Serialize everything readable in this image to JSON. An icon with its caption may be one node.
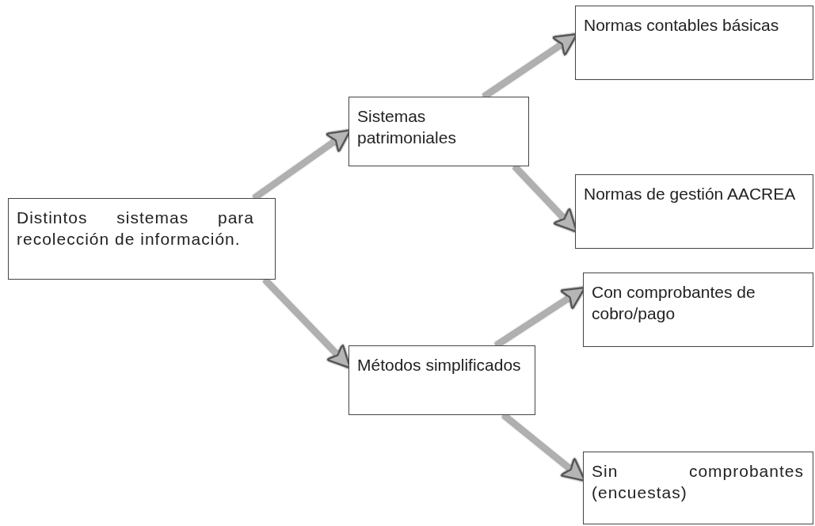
{
  "diagram": {
    "nodes": [
      {
        "text": [
          "Distintos sistemas para recolección de información."
        ]
      },
      {
        "text": [
          "Sistemas patrimoniales"
        ]
      },
      {
        "text": [
          "Normas contables básicas"
        ]
      },
      {
        "text": [
          "Normas de gestión AACREA"
        ]
      },
      {
        "text": [
          "Con comprobantes de cobro/pago"
        ]
      },
      {
        "text": [
          "Métodos simplificados"
        ]
      },
      {
        "text": [
          "Sin comprobantes (encuestas)"
        ]
      }
    ],
    "edges": [
      {
        "from": 0,
        "to": 1,
        "arrow": "to"
      },
      {
        "from": 0,
        "to": 5,
        "arrow": "to"
      },
      {
        "from": 1,
        "to": 2,
        "arrow": "to"
      },
      {
        "from": 1,
        "to": 3,
        "arrow": "to"
      },
      {
        "from": 5,
        "to": 4,
        "arrow": "to"
      },
      {
        "from": 5,
        "to": 6,
        "arrow": "to"
      }
    ]
  }
}
